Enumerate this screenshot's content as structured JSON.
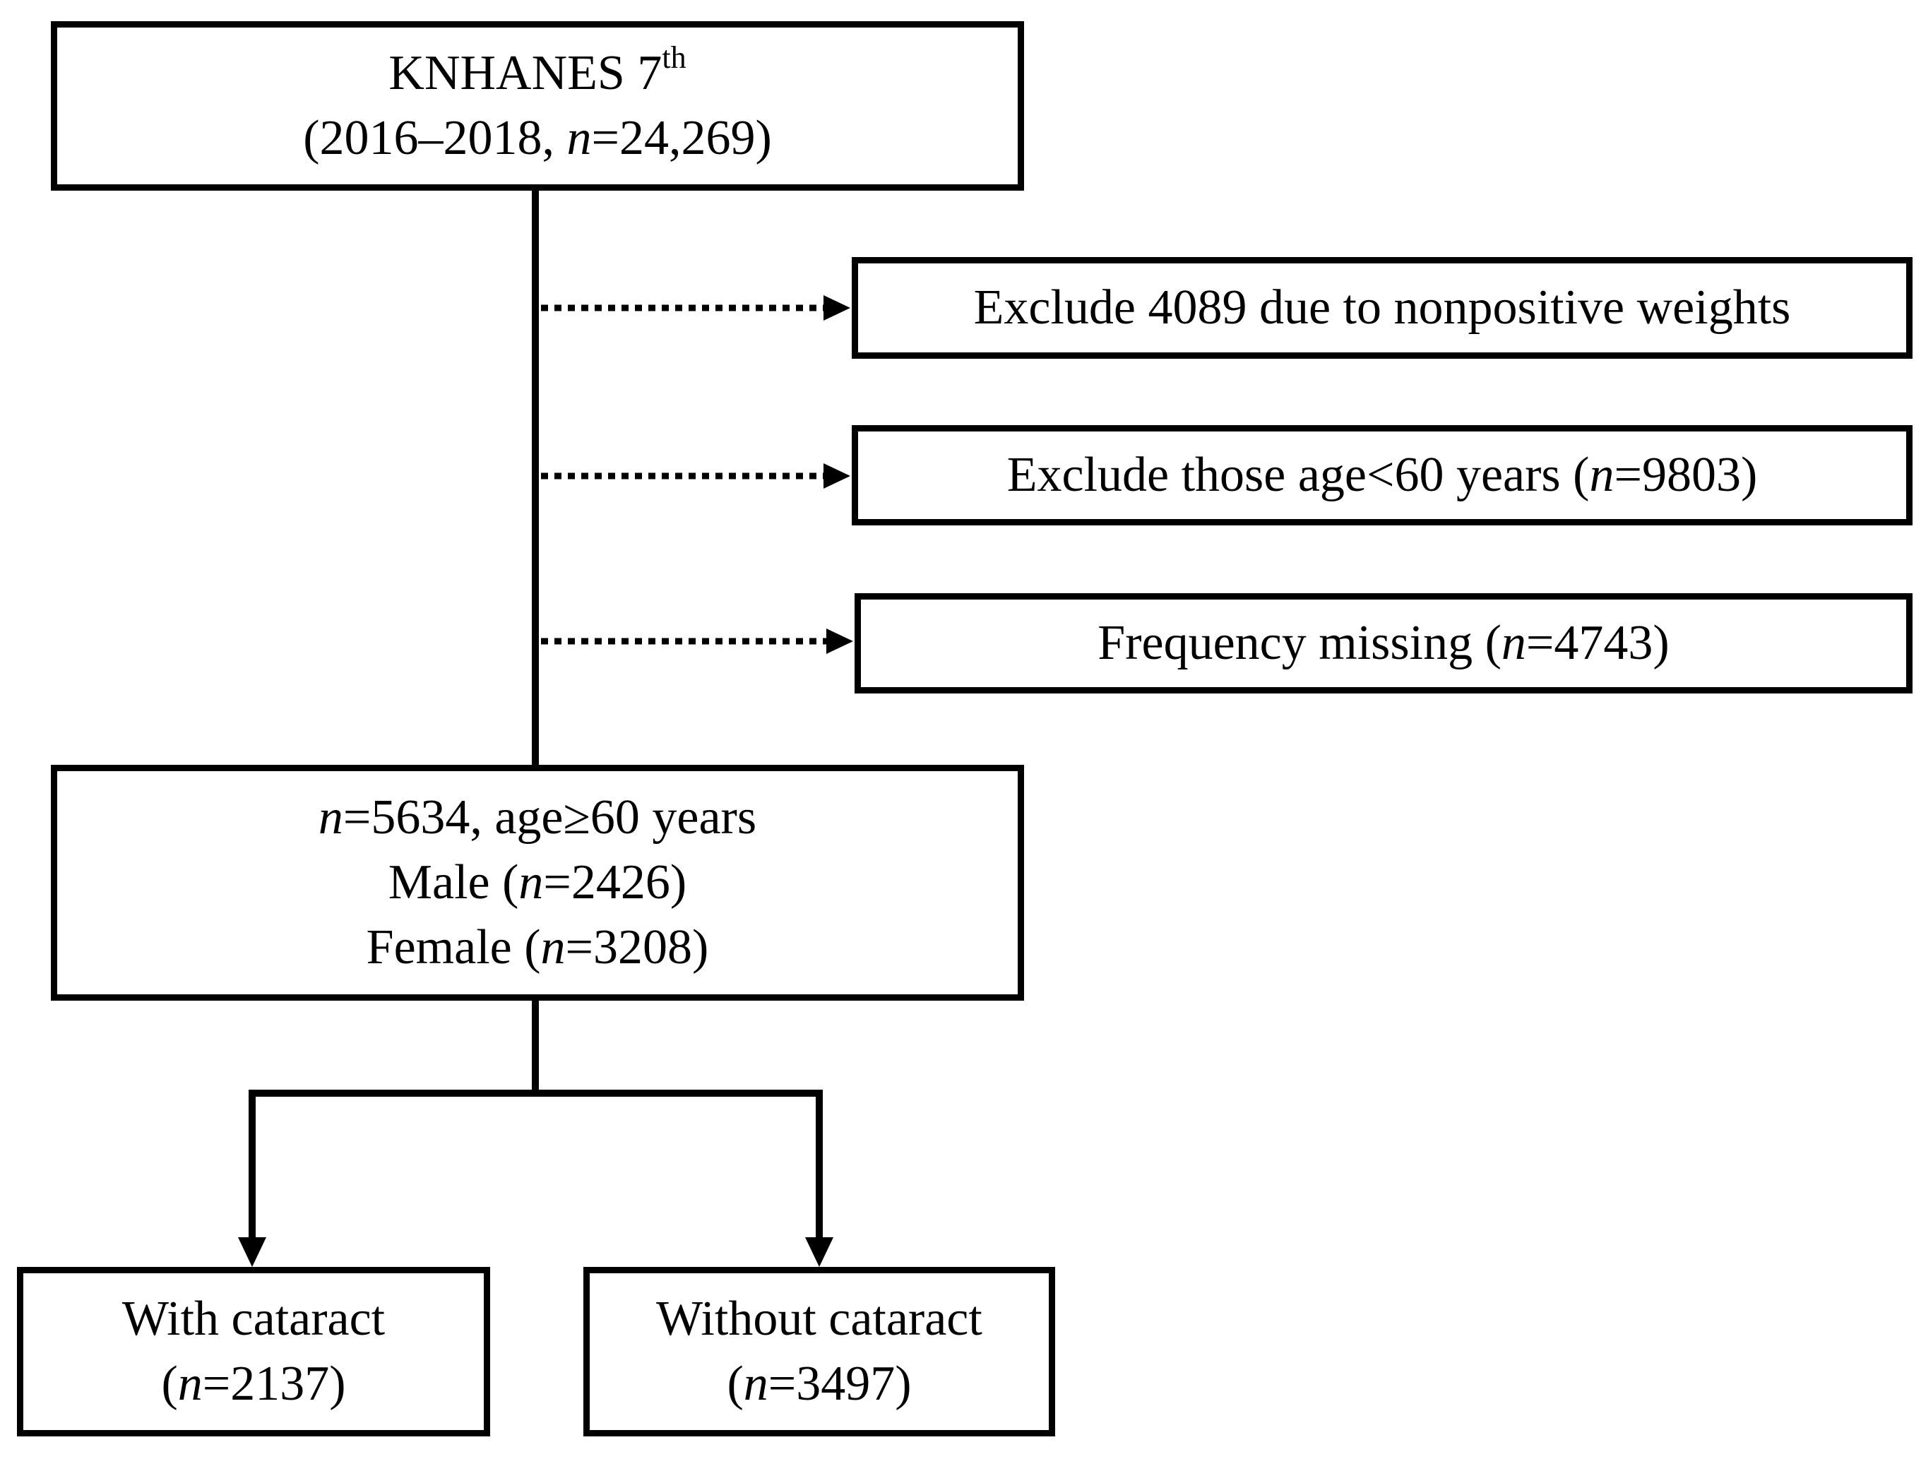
{
  "source": {
    "line1_main": "KNHANES 7",
    "line1_sup": "th",
    "line2_prefix": "(2016–2018, ",
    "line2_n": "n",
    "line2_suffix": "=24,269)"
  },
  "exclusions": [
    {
      "prefix": "Exclude 4089 due to nonpositive weights",
      "n": "",
      "suffix": ""
    },
    {
      "prefix": "Exclude those age<60 years (",
      "n": "n",
      "suffix": "=9803)"
    },
    {
      "prefix": "Frequency missing (",
      "n": "n",
      "suffix": "=4743)"
    }
  ],
  "sample": {
    "line1_n": "n",
    "line1_suffix": "=5634, age≥60 years",
    "line2_prefix": "Male (",
    "line2_n": "n",
    "line2_suffix": "=2426)",
    "line3_prefix": "Female (",
    "line3_n": "n",
    "line3_suffix": "=3208)"
  },
  "groups": {
    "with": {
      "label": "With cataract",
      "prefix": "(",
      "n": "n",
      "suffix": "=2137)"
    },
    "without": {
      "label": "Without cataract",
      "prefix": "(",
      "n": "n",
      "suffix": "=3497)"
    }
  }
}
